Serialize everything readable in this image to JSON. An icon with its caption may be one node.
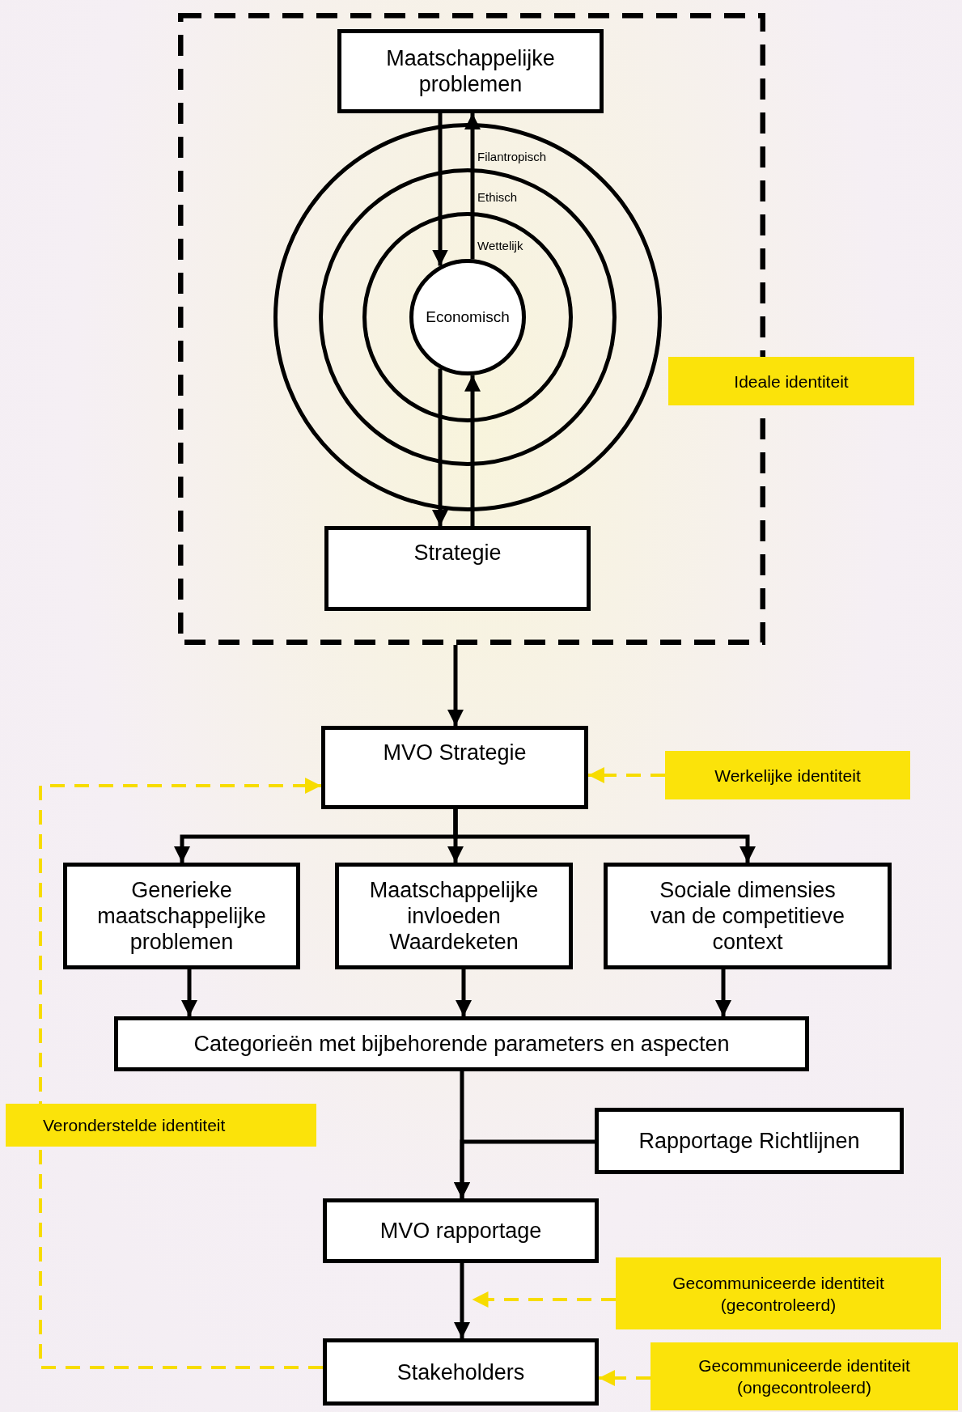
{
  "diagram": {
    "nodes": [
      {
        "text": [],
        "shape": "box"
      },
      {
        "text": [
          "Maatschappelijke problemen"
        ],
        "in": 0
      },
      {
        "text": [
          "Filantropisch"
        ],
        "in": 0
      },
      {
        "text": [
          "Ethisch"
        ],
        "in": 2
      },
      {
        "text": [
          "Wettelijk"
        ],
        "in": 3
      },
      {
        "text": [
          "Economisch"
        ],
        "in": 4
      },
      {
        "text": [
          "Strategie"
        ],
        "in": 0
      },
      {
        "text": [
          "Ideale identiteit"
        ]
      },
      {
        "text": [
          "MVO Strategie"
        ]
      },
      {
        "text": [
          "Werkelijke identiteit"
        ]
      },
      {
        "text": [
          "Generieke maatschappelijke problemen"
        ]
      },
      {
        "text": [
          "Maatschappelijke invloeden Waardeketen"
        ]
      },
      {
        "text": [
          "Sociale dimensies van de competitieve context"
        ]
      },
      {
        "text": [
          "Categorieën met bijbehorende parameters en aspecten"
        ]
      },
      {
        "text": [
          "Rapportage Richtlijnen"
        ]
      },
      {
        "text": [
          "MVO rapportage"
        ]
      },
      {
        "text": [
          "Gecommuniceerde identiteit (gecontroleerd)"
        ]
      },
      {
        "text": [
          "Stakeholders"
        ]
      },
      {
        "text": [
          "Gecommuniceerde identiteit (ongecontroleerd)"
        ]
      }
    ],
    "edges": [
      {
        "from": 1,
        "to": 5,
        "arrow": "to"
      },
      {
        "from": 5,
        "to": 1,
        "arrow": "to"
      },
      {
        "from": 5,
        "to": 6,
        "arrow": "to"
      },
      {
        "from": 6,
        "to": 5,
        "arrow": "to"
      },
      {
        "from": 0,
        "to": 8,
        "arrow": "to"
      },
      {
        "from": 9,
        "to": 8,
        "arrow": "to",
        "style": "dashed",
        "color": "#f7dc00"
      },
      {
        "from": 8,
        "to": 10,
        "arrow": "to"
      },
      {
        "from": 8,
        "to": 11,
        "arrow": "to"
      },
      {
        "from": 8,
        "to": 12,
        "arrow": "to"
      },
      {
        "from": 10,
        "to": 13,
        "arrow": "to"
      },
      {
        "from": 11,
        "to": 13,
        "arrow": "to"
      },
      {
        "from": 12,
        "to": 13,
        "arrow": "to"
      },
      {
        "from": 13,
        "to": 15,
        "arrow": "to"
      },
      {
        "from": 14,
        "to": 15,
        "arrow": "to"
      },
      {
        "from": 15,
        "to": 17,
        "arrow": "to"
      },
      {
        "from": 16,
        "to": 15,
        "arrow": "to",
        "style": "dashed",
        "color": "#f7dc00"
      },
      {
        "from": 18,
        "to": 17,
        "arrow": "to",
        "style": "dashed",
        "color": "#f7dc00"
      },
      {
        "from": 17,
        "to": 8,
        "arrow": "to",
        "style": "dashed",
        "color": "#f7dc00",
        "label": "Veronderstelde identiteit"
      }
    ]
  }
}
